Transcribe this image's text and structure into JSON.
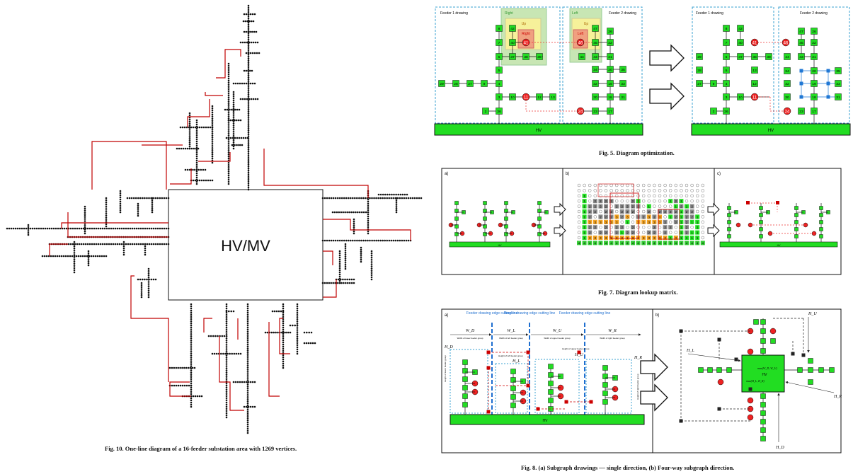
{
  "fig10": {
    "center_label": "HV/MV",
    "caption": "Fig. 10.  One-line diagram of a 16-feeder substation area with 1269 vertices."
  },
  "fig5": {
    "caption": "Fig. 5.  Diagram optimization.",
    "left": {
      "feeder1_title": "Feeder 1 drawing",
      "feeder2_title": "Feeder 2 drawing",
      "right_label": "Right",
      "up_label": "Up",
      "right_red_label": "Right",
      "left_label": "Left",
      "up2_label": "Up",
      "left_red_label": "Left",
      "hv": "HV"
    },
    "right": {
      "feeder1_title": "Feeder 1 drawing",
      "feeder2_title": "Feeder 2 drawing",
      "hv": "HV"
    },
    "nodes": [
      "8",
      "42",
      "7",
      "40",
      "41",
      "6",
      "37",
      "38",
      "39",
      "5",
      "29",
      "28",
      "27",
      "9",
      "4",
      "3",
      "10",
      "11",
      "12",
      "13",
      "2",
      "36",
      "47",
      "26",
      "45",
      "22",
      "44",
      "43",
      "21",
      "34",
      "20",
      "35",
      "32",
      "19",
      "33",
      "30",
      "18",
      "31",
      "24",
      "23",
      "17",
      "46"
    ]
  },
  "fig7": {
    "caption": "Fig. 7.  Diagram lookup matrix.",
    "panel_a": "a)",
    "panel_b": "b)",
    "panel_c": "c)",
    "hv": "HV"
  },
  "fig8": {
    "caption": "Fig. 8.  (a) Subgraph drawings — single direction, (b) Four-way subgraph direction.",
    "panel_a": "a)",
    "panel_b": "b)",
    "cut1": "Feeder drawing edge cutting line",
    "cut2": "Feeder drawing edge cutting line",
    "cut3": "Feeder drawing edge cutting line",
    "wd": "W_D",
    "wl": "W_L",
    "wu": "W_U",
    "wr": "W_R",
    "wd_desc": "Width of lower feeder group",
    "wl_desc": "Width of left feeder group",
    "wu_desc": "Width of upper feeder group",
    "wr_desc": "Width of right feeder group",
    "hd": "H_D",
    "hl": "H_L",
    "hu": "H_U",
    "hr": "H_R",
    "hu_desc": "Height of upper feeder group",
    "hl_desc": "Height of left feeder group",
    "hd_desc": "Height of lower feeder group",
    "hr_desc": "Height of right feeder group",
    "hv": "HV",
    "b_hv": "HV",
    "b_max": "max(W_D, W_U)",
    "b_maxh": "max(H_L, H_R)"
  },
  "colors": {
    "node_green": "#22dd22",
    "node_red": "#ee2222",
    "hv_green": "#22dd22",
    "feeder_line": "#c00000",
    "dashed_box": "#3aa0d0",
    "cut_line": "#1f6fd0",
    "blue_node": "#1f77d4",
    "orange": "#f0a020",
    "gray": "#888888"
  }
}
